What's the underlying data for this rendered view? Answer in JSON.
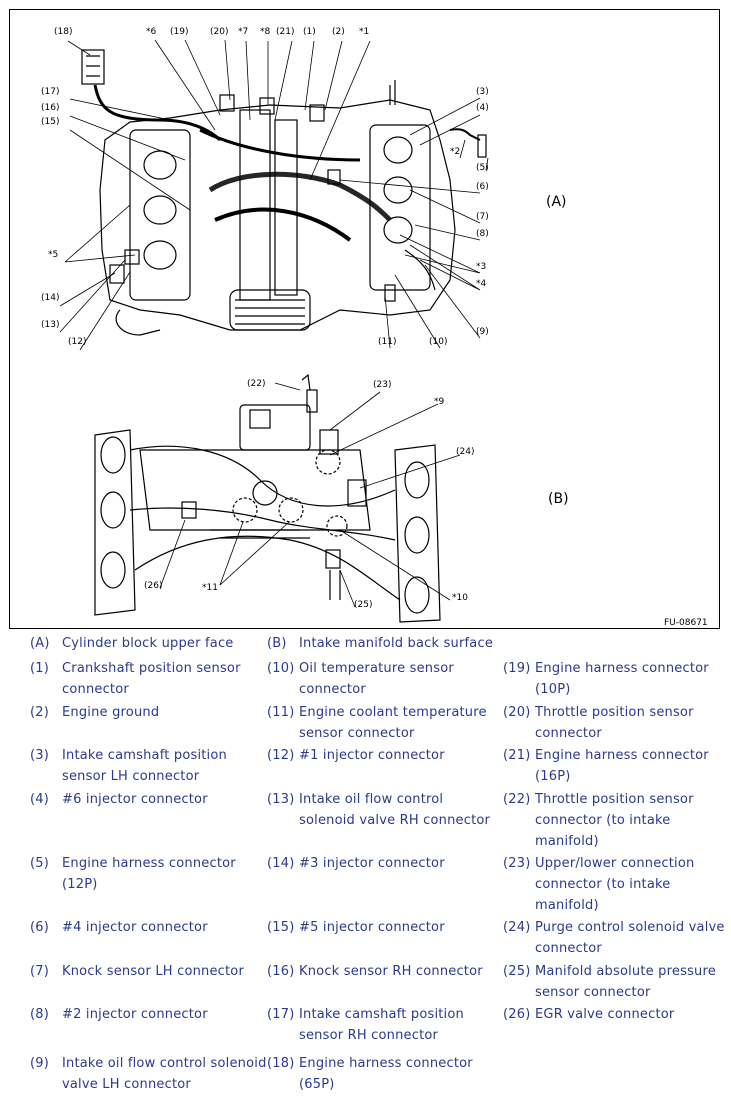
{
  "figure": {
    "id": "FU-08671",
    "panel_a": "(A)",
    "panel_b": "(B)",
    "callouts_a": [
      "(18)",
      "*6",
      "(19)",
      "(20)",
      "*7",
      "*8",
      "(21)",
      "(1)",
      "(2)",
      "*1",
      "(3)",
      "(4)",
      "*2",
      "(5)",
      "(6)",
      "(7)",
      "(8)",
      "*3",
      "*4",
      "(9)",
      "(10)",
      "(11)",
      "(12)",
      "(13)",
      "(14)",
      "*5",
      "(15)",
      "(16)",
      "(17)"
    ],
    "callouts_b": [
      "(22)",
      "(23)",
      "*9",
      "(24)",
      "(26)",
      "*11",
      "(25)",
      "*10"
    ]
  },
  "legend": [
    {
      "num": "(A)",
      "text": "Cylinder block upper face"
    },
    {
      "num": "(B)",
      "text": "Intake manifold back surface"
    },
    {
      "num": "(1)",
      "text": "Crankshaft position sensor connector"
    },
    {
      "num": "(10)",
      "text": "Oil temperature sensor connector"
    },
    {
      "num": "(19)",
      "text": "Engine harness connector (10P)"
    },
    {
      "num": "(2)",
      "text": "Engine ground"
    },
    {
      "num": "(11)",
      "text": "Engine coolant temperature sensor connector"
    },
    {
      "num": "(20)",
      "text": "Throttle position sensor connector"
    },
    {
      "num": "(3)",
      "text": "Intake camshaft position sensor LH connector"
    },
    {
      "num": "(12)",
      "text": "#1 injector connector"
    },
    {
      "num": "(21)",
      "text": "Engine harness connector (16P)"
    },
    {
      "num": "(4)",
      "text": "#6 injector connector"
    },
    {
      "num": "(13)",
      "text": "Intake oil flow control solenoid valve RH connector"
    },
    {
      "num": "(22)",
      "text": "Throttle position sensor connector (to intake manifold)"
    },
    {
      "num": "(5)",
      "text": "Engine harness connector (12P)"
    },
    {
      "num": "(14)",
      "text": "#3 injector connector"
    },
    {
      "num": "(23)",
      "text": "Upper/lower connection connector (to intake manifold)"
    },
    {
      "num": "(6)",
      "text": "#4 injector connector"
    },
    {
      "num": "(15)",
      "text": "#5 injector connector"
    },
    {
      "num": "(24)",
      "text": "Purge control solenoid valve connector"
    },
    {
      "num": "(7)",
      "text": "Knock sensor LH connector"
    },
    {
      "num": "(16)",
      "text": "Knock sensor RH connector"
    },
    {
      "num": "(25)",
      "text": "Manifold absolute pressure sensor connector"
    },
    {
      "num": "(8)",
      "text": "#2 injector connector"
    },
    {
      "num": "(17)",
      "text": "Intake camshaft position sensor RH connector"
    },
    {
      "num": "(26)",
      "text": "EGR valve connector"
    },
    {
      "num": "(9)",
      "text": "Intake oil flow control solenoid valve LH connector"
    },
    {
      "num": "(18)",
      "text": "Engine harness connector (65P)"
    }
  ]
}
